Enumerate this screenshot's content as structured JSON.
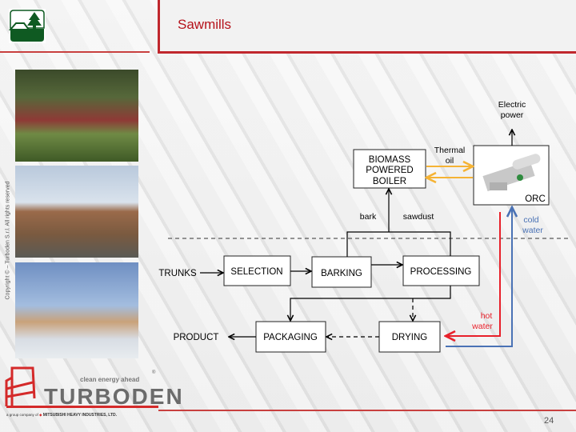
{
  "slide": {
    "title": "Sawmills",
    "page_number": "24",
    "copyright": "Copyright © – Turboden S.r.l. All rights reserved"
  },
  "brand": {
    "tagline": "clean energy ahead",
    "name": "TURBODEN",
    "group_prefix": "a group company of",
    "group_name": "MITSUBISHI HEAVY INDUSTRIES, LTD.",
    "accent_color": "#c0272d",
    "logo_icon": "forest-mountain-icon"
  },
  "diagram": {
    "nodes": {
      "trunks": "TRUNKS",
      "selection": "SELECTION",
      "barking": "BARKING",
      "processing": "PROCESSING",
      "packaging": "PACKAGING",
      "drying": "DRYING",
      "product": "PRODUCT",
      "boiler": [
        "BIOMASS",
        "POWERED",
        "BOILER"
      ],
      "orc": "ORC"
    },
    "labels": {
      "bark": "bark",
      "sawdust": "sawdust",
      "thermal_oil": [
        "Thermal",
        "oil"
      ],
      "electric_power": [
        "Electric",
        "power"
      ],
      "cold_water": [
        "cold",
        "water"
      ],
      "hot_water": [
        "hot",
        "water"
      ]
    },
    "colors": {
      "thermal_oil": "#f5b335",
      "hot_water": "#e8202a",
      "cold_water": "#4a72b5",
      "cold_label": "#4a72b5",
      "hot_label": "#e8202a"
    }
  }
}
